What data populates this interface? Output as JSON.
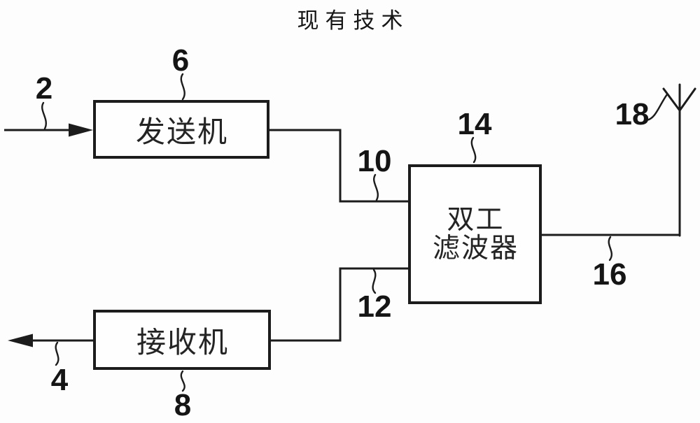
{
  "title": "现有技术",
  "colors": {
    "ink": "#1c1c1c",
    "background": "#fdfdfd"
  },
  "blocks": {
    "transmitter": {
      "label": "发送机",
      "ref": "6"
    },
    "receiver": {
      "label": "接收机",
      "ref": "8"
    },
    "duplexer": {
      "label_line1": "双工",
      "label_line2": "滤波器",
      "ref": "14"
    }
  },
  "refs": {
    "input_signal": "2",
    "output_signal": "4",
    "transmitter": "6",
    "receiver": "8",
    "tx_to_duplexer": "10",
    "duplexer_to_rx": "12",
    "antenna_feed": "16",
    "antenna": "18"
  }
}
